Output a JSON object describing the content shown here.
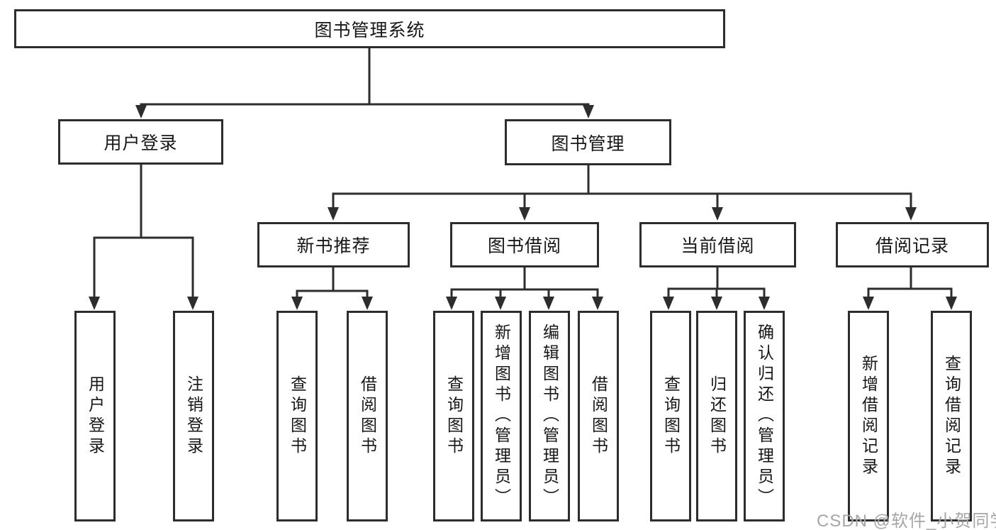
{
  "nodes": {
    "root": "图书管理系统",
    "user_login": "用户登录",
    "book_mgmt": "图书管理",
    "new_book_rec": "新书推荐",
    "book_borrow": "图书借阅",
    "current_borrow": "当前借阅",
    "borrow_records": "借阅记录",
    "leaf_user_login": "用户登录",
    "leaf_logout": "注销登录",
    "leaf_query_book_1": "查询图书",
    "leaf_borrow_book_1": "借阅图书",
    "leaf_query_book_2": "查询图书",
    "leaf_add_book": "新增图书（管理员）",
    "leaf_edit_book": "编辑图书（管理员）",
    "leaf_borrow_book_2": "借阅图书",
    "leaf_query_book_3": "查询图书",
    "leaf_return_book": "归还图书",
    "leaf_confirm_return": "确认归还（管理员）",
    "leaf_add_borrow_record": "新增借阅记录",
    "leaf_query_borrow_record": "查询借阅记录"
  },
  "watermark": "CSDN @软件_小贺同学",
  "colors": {
    "border": "#2d2d2d",
    "text": "#171717",
    "watermark": "#a6a6a6",
    "background": "#ffffff"
  }
}
